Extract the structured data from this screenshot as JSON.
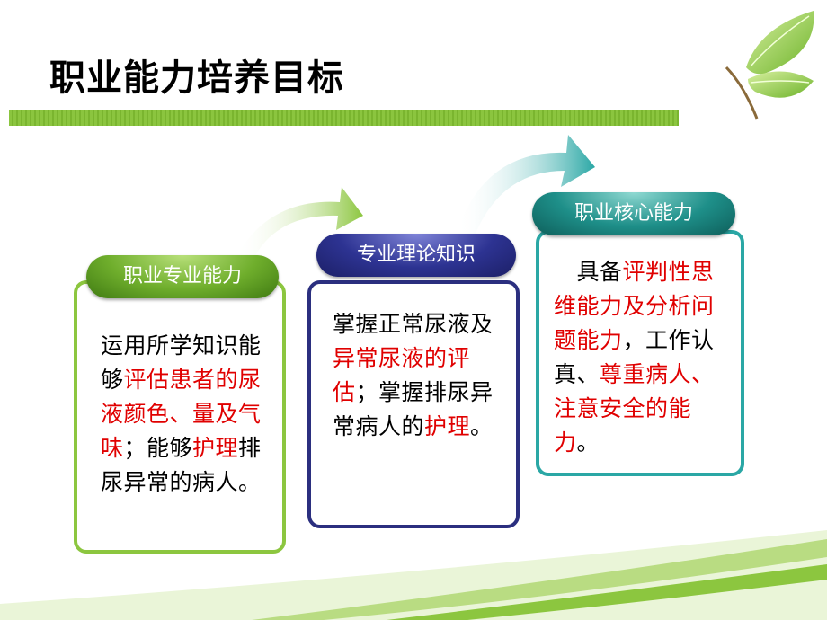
{
  "title": "职业能力培养目标",
  "cards": {
    "left": {
      "label": "职业专业能力",
      "parts": [
        "运用所学知识能够",
        "评估患者的尿液颜色、量及气味",
        "；能够",
        "护理",
        "排尿异常的病人。"
      ]
    },
    "mid": {
      "label": "专业理论知识",
      "parts": [
        "掌握正常尿液及",
        "异常尿液的评估",
        "；掌握排尿异常病人的",
        "护理",
        "。"
      ]
    },
    "right": {
      "label": "职业核心能力",
      "parts": [
        "　具备",
        "评判性思维能力及分析问题能力",
        "，工作认真、",
        "尊重病人、注意安全的能力",
        "。"
      ]
    }
  },
  "colors": {
    "green": "#8cc63f",
    "navy": "#2b2f7f",
    "teal": "#2aa7a5",
    "highlight": "#e00000"
  }
}
